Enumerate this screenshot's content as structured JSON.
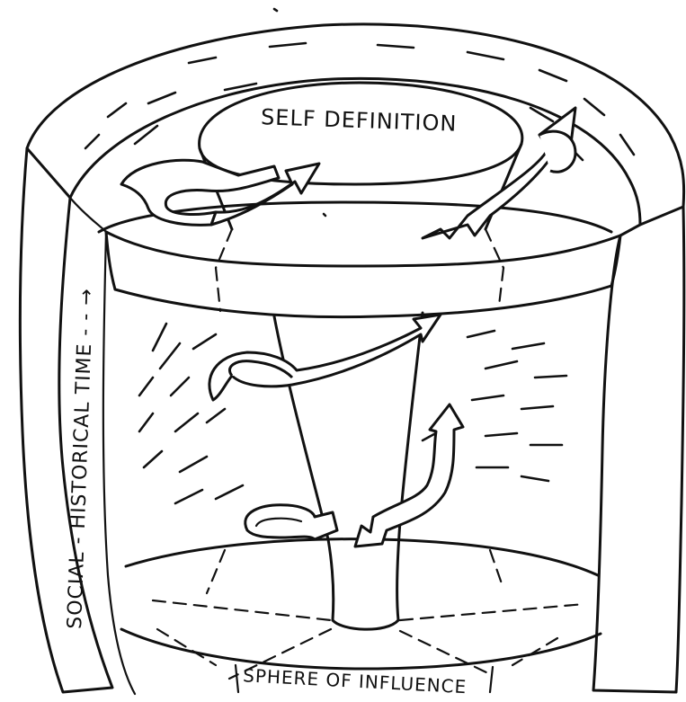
{
  "labels": {
    "top": "SELF DEFINITION",
    "side": "SOCIAL - HISTORICAL TIME - - →",
    "bottom": "SPHERE OF INFLUENCE"
  },
  "colors": {
    "ink": "#111111",
    "paper": "#ffffff"
  }
}
